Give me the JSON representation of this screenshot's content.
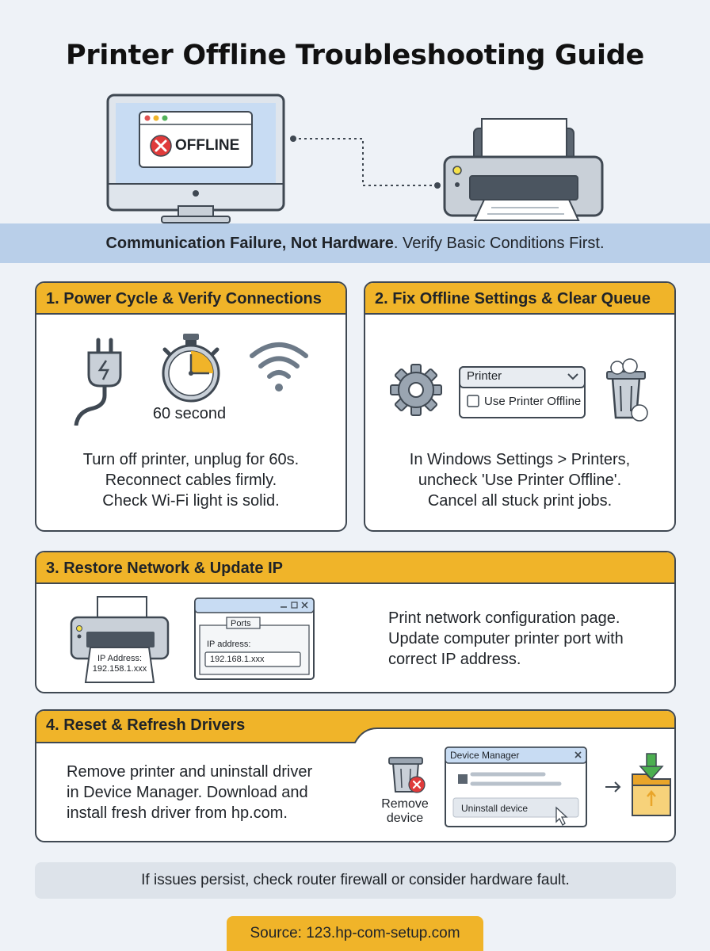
{
  "title": "Printer Offline Troubleshooting Guide",
  "hero": {
    "offline_label": "OFFLINE",
    "band_bold": "Communication Failure, Not Hardware",
    "band_rest": ". Verify Basic Conditions First."
  },
  "step1": {
    "heading": "1. Power Cycle & Verify Connections",
    "timer_label": "60 second",
    "lines": [
      "Turn off printer, unplug for 60s.",
      "Reconnect cables firmly.",
      "Check Wi-Fi light is solid."
    ]
  },
  "step2": {
    "heading": "2. Fix Offline Settings & Clear Queue",
    "dropdown_label": "Printer",
    "checkbox_label": "Use Printer Offline",
    "lines": [
      "In Windows Settings > Printers,",
      "uncheck 'Use Printer Offline'.",
      "Cancel all stuck print jobs."
    ]
  },
  "step3": {
    "heading": "3. Restore Network & Update IP",
    "page_label_1": "IP Address:",
    "page_label_2": "192.158.1.xxx",
    "ports_tab": "Ports",
    "ip_field_label": "IP address:",
    "ip_value": "192.168.1.xxx",
    "lines": [
      "Print network configuration page.",
      "Update computer printer port with",
      "correct IP address."
    ]
  },
  "step4": {
    "heading": "4. Reset & Refresh Drivers",
    "lines": [
      "Remove printer and uninstall driver",
      "in Device Manager. Download and",
      "install fresh driver from hp.com."
    ],
    "remove_label_1": "Remove",
    "remove_label_2": "device",
    "dm_title": "Device Manager",
    "uninstall_label": "Uninstall device"
  },
  "footer": "If issues persist, check router firewall or consider hardware fault.",
  "source": "Source: 123.hp-com-setup.com",
  "colors": {
    "accent": "#f0b429",
    "band": "#b9cfe9",
    "error": "#e03b3b",
    "outline": "#3f4852"
  }
}
